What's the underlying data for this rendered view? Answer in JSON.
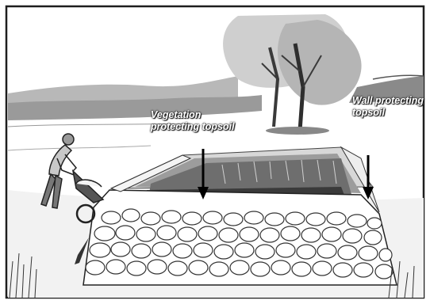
{
  "annotations": {
    "vegetation": {
      "line1": "Vegetation",
      "line2": "protecting topsoil"
    },
    "wall": {
      "line1": "Wall protecting",
      "line2": "topsoil"
    }
  },
  "icons": [
    "arrow-down-icon"
  ],
  "colors": {
    "ink": "#1e1e1e",
    "paper": "#ffffff",
    "hill_shade": "#8a8a8a",
    "grass_dark": "#3a3a3a"
  }
}
